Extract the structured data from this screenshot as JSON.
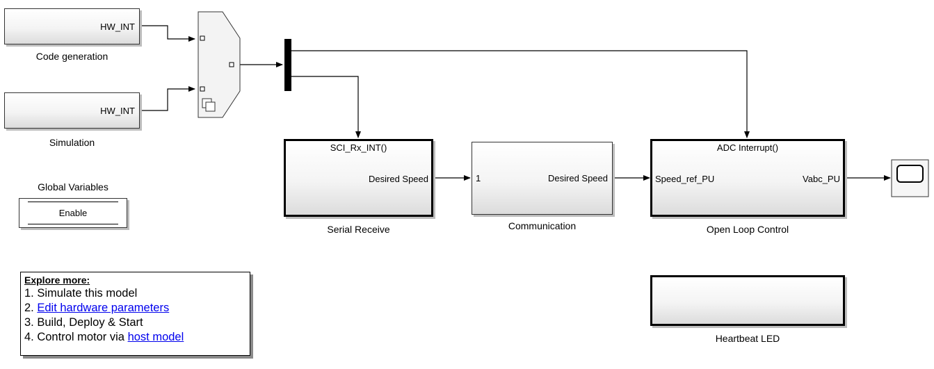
{
  "blocks": {
    "code_generation": {
      "port_label": "HW_INT",
      "caption": "Code generation"
    },
    "simulation": {
      "port_label": "HW_INT",
      "caption": "Simulation"
    },
    "global_variables": {
      "caption": "Global Variables",
      "label": "Enable"
    },
    "serial_receive": {
      "trigger": "SCI_Rx_INT()",
      "output": "Desired Speed",
      "caption": "Serial Receive"
    },
    "communication": {
      "input": "1",
      "output": "Desired Speed",
      "caption": "Communication"
    },
    "open_loop_control": {
      "trigger": "ADC Interrupt()",
      "input": "Speed_ref_PU",
      "output": "Vabc_PU",
      "caption": "Open Loop Control"
    },
    "heartbeat_led": {
      "caption": "Heartbeat LED"
    }
  },
  "explore": {
    "heading": "Explore more:",
    "items": [
      {
        "prefix": "1. Simulate this model",
        "link": "",
        "suffix": ""
      },
      {
        "prefix": "2. ",
        "link": "Edit hardware parameters",
        "suffix": ""
      },
      {
        "prefix": "3. Build, Deploy & Start",
        "link": "",
        "suffix": ""
      },
      {
        "prefix": "4. Control motor via ",
        "link": "host model",
        "suffix": ""
      }
    ]
  },
  "colors": {
    "line": "#000000",
    "link": "#0000ee",
    "block_border": "#333333",
    "shadow": "#bdbdbd"
  }
}
